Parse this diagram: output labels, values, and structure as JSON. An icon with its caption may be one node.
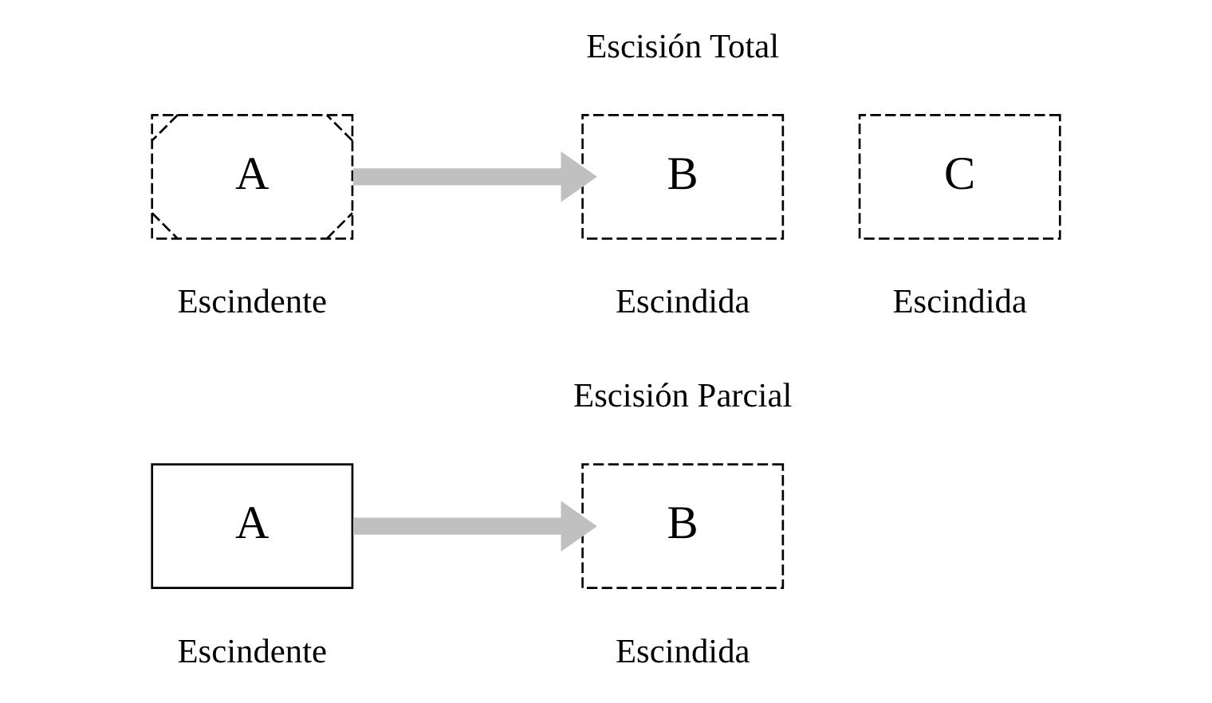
{
  "diagram": {
    "nodes": [
      {
        "text": [
          "A"
        ],
        "beside": [
          "Escindente"
        ]
      },
      {
        "text": [
          "B"
        ],
        "beside": [
          "Escindida"
        ]
      },
      {
        "text": [
          "C"
        ],
        "beside": [
          "Escindida"
        ]
      },
      {
        "text": [
          "A"
        ],
        "beside": [
          "Escindente"
        ]
      },
      {
        "text": [
          "B"
        ],
        "beside": [
          "Escindida"
        ]
      }
    ],
    "edges": [
      {
        "from": 0,
        "to": 1,
        "arrow": "to"
      },
      {
        "from": 3,
        "to": 4,
        "arrow": "to"
      }
    ],
    "labels": [
      "Escisión Total",
      "Escisión Parcial"
    ]
  }
}
